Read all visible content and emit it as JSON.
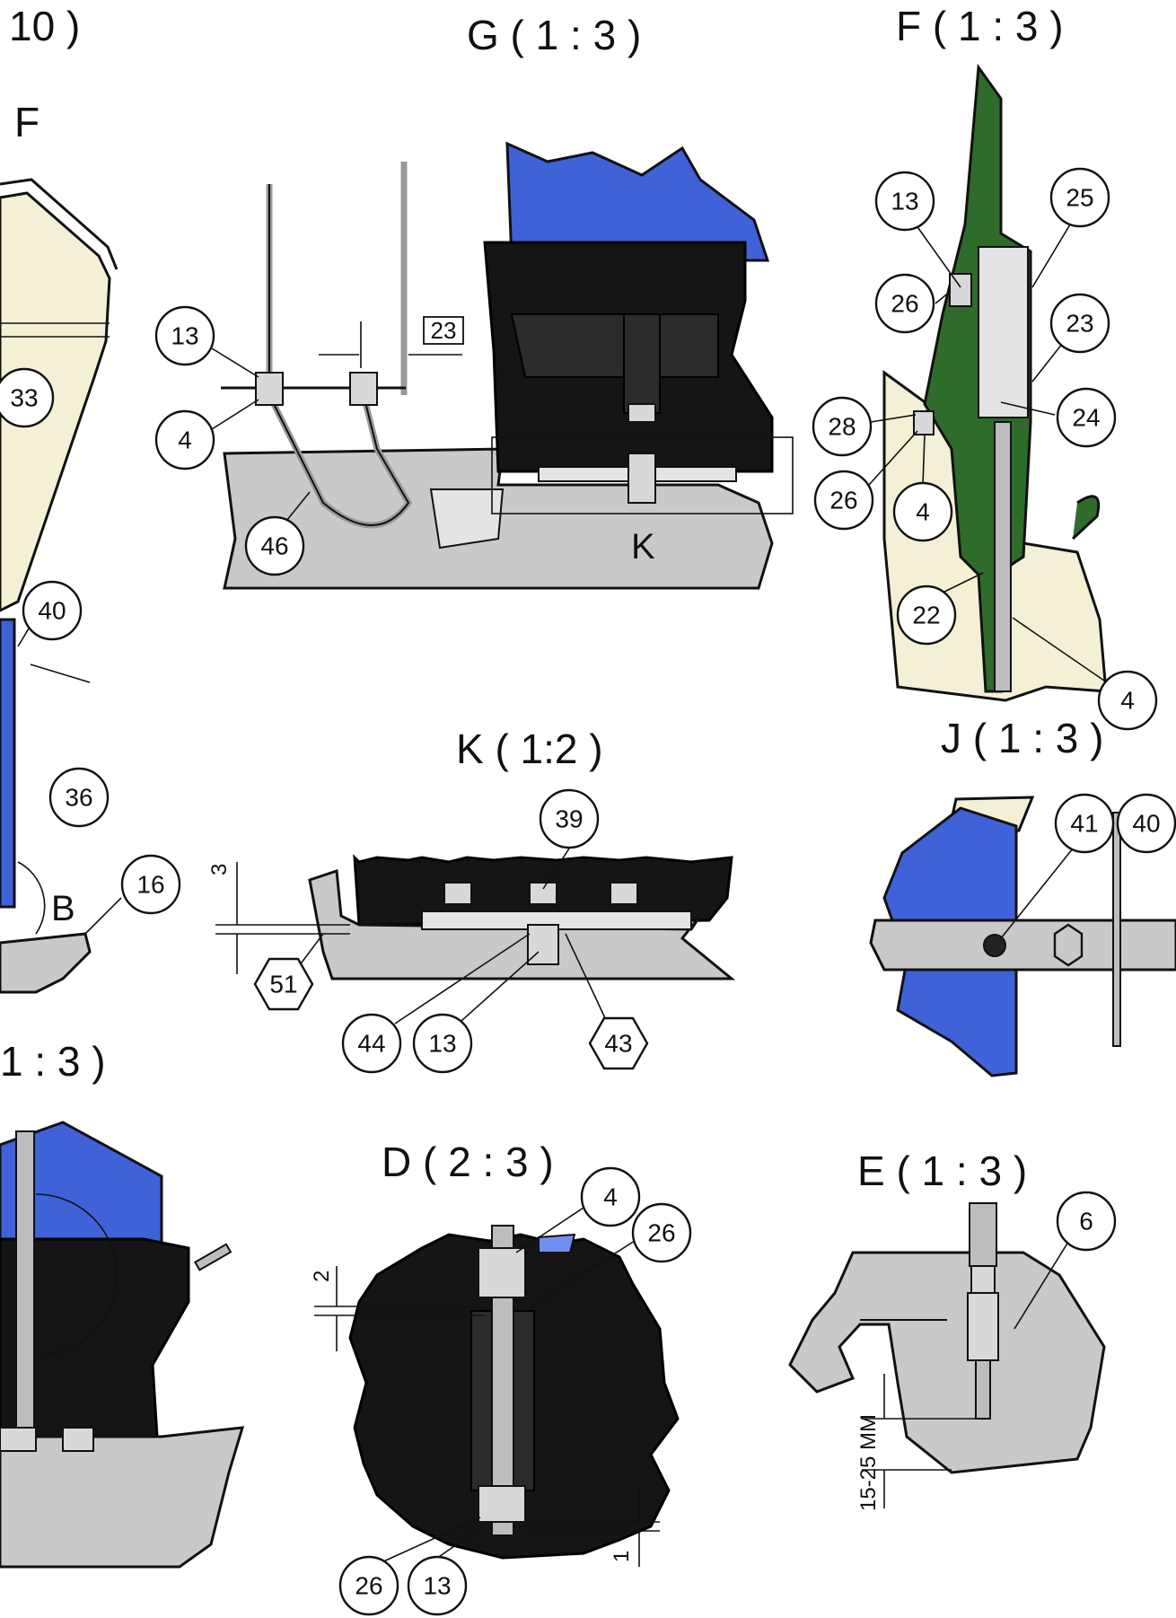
{
  "views": {
    "top_left": {
      "title": "10 )",
      "label_f": "F",
      "label_b": "B"
    },
    "g": {
      "title": "G ( 1 : 3 )",
      "box_dim": "23",
      "label_k": "K"
    },
    "f": {
      "title": "F ( 1 : 3 )"
    },
    "k": {
      "title": "K ( 1:2 )",
      "dim": "3"
    },
    "j": {
      "title": "J ( 1 : 3 )"
    },
    "bottom_left": {
      "title": "1 : 3 )"
    },
    "d": {
      "title": "D ( 2 : 3 )",
      "dim_top": "2",
      "dim_bottom": "1"
    },
    "e": {
      "title": "E ( 1 : 3 )",
      "dim": "15-25 MM"
    }
  },
  "balloons": {
    "tl_33": "33",
    "tl_40": "40",
    "tl_36": "36",
    "tl_16": "16",
    "g_13": "13",
    "g_4": "4",
    "g_46": "46",
    "f_13": "13",
    "f_25": "25",
    "f_26a": "26",
    "f_23": "23",
    "f_28": "28",
    "f_24": "24",
    "f_26b": "26",
    "f_4a": "4",
    "f_22": "22",
    "f_4b": "4",
    "k_39": "39",
    "k_51": "51",
    "k_44": "44",
    "k_13": "13",
    "k_43": "43",
    "j_41": "41",
    "j_40": "40",
    "d_4": "4",
    "d_26a": "26",
    "d_26b": "26",
    "d_13": "13",
    "e_6": "6"
  },
  "colors": {
    "steel": "#c9c9cb",
    "cream": "#f3f0d6",
    "blue": "#3f62d8",
    "black": "#151515",
    "green": "#2f6b2a"
  }
}
